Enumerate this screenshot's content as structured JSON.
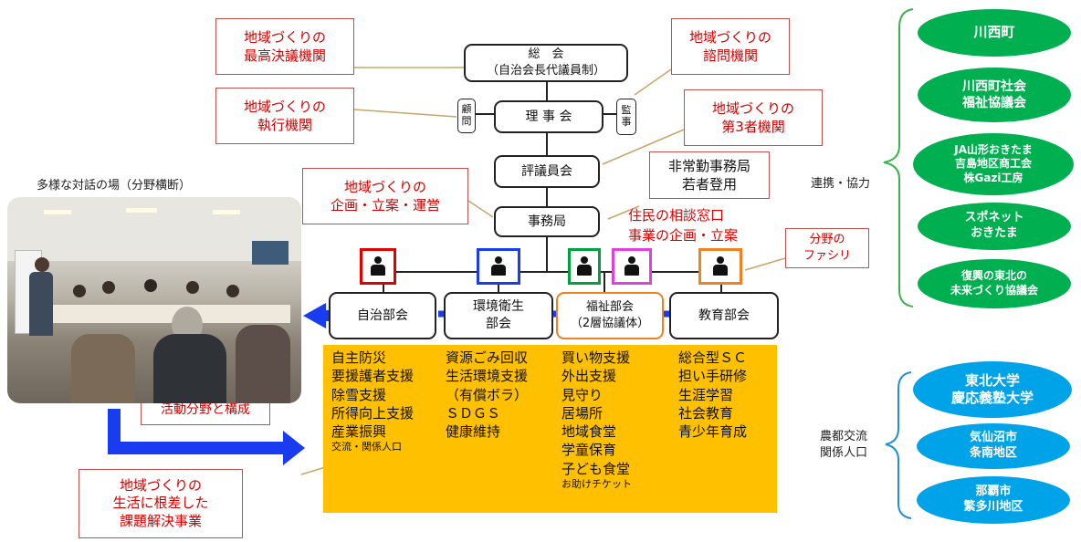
{
  "hierarchy": {
    "sokai": "総　会\n（自治会長代議員制）",
    "riji": "理 事 会",
    "komon": "顧\n問",
    "kanji": "監\n事",
    "hyogi": "評議員会",
    "jimu": "事務局"
  },
  "departments": [
    "自治部会",
    "環境衛生\n部会",
    "福祉部会\n（2層協議体）",
    "教育部会"
  ],
  "callouts": {
    "supreme": "地域づくりの\n最高決議機関",
    "executive": "地域づくりの\n執行機関",
    "planning": "地域づくりの\n企画・立案・運営",
    "advisory": "地域づくりの\n諮問機関",
    "third_party": "地域づくりの\n第3者機関",
    "activity": "地域づくりの\n活動分野と構成",
    "life": "地域づくりの\n生活に根差した\n課題解決事業",
    "facilitator": "分野の\nファシリ"
  },
  "secretariat_note": "非常勤事務局\n若者登用",
  "consultation": "住民の相談窓口\n事業の企画・立案",
  "dialogue_label": "多様な対話の場（分野横断）",
  "activities": [
    [
      "自主防災",
      "要援護者支援",
      "除雪支援",
      "所得向上支援",
      "産業振興",
      "交流・関係人口"
    ],
    [
      "資源ごみ回収",
      "生活環境支援",
      "（有償ボラ）",
      "ＳＤＧＳ",
      "健康維持"
    ],
    [
      "買い物支援",
      "外出支援",
      "見守り",
      "居場所",
      "地域食堂",
      "学童保育",
      "子ども食堂",
      "お助けチケット"
    ],
    [
      "総合型ＳＣ",
      "担い手研修",
      "生涯学習",
      "社会教育",
      "青少年育成"
    ]
  ],
  "partners_label": "連携・協力",
  "partners": [
    "川西町",
    "川西町社会\n福祉協議会",
    "JA山形おきたま\n吉島地区商工会\n株Gazi工房",
    "スポネット\nおきたま",
    "復興の東北の\n未来づくり協議会"
  ],
  "exchange_label": "農都交流\n関係人口",
  "exchange": [
    "東北大学\n慶応義塾大学",
    "気仙沼市\n条南地区",
    "那覇市\n繁多川地区"
  ],
  "colors": {
    "red": "#e00000",
    "green": "#00b050",
    "blue": "#00a2e8",
    "orange": "#ffc000",
    "arrow_blue": "#0000ff"
  }
}
